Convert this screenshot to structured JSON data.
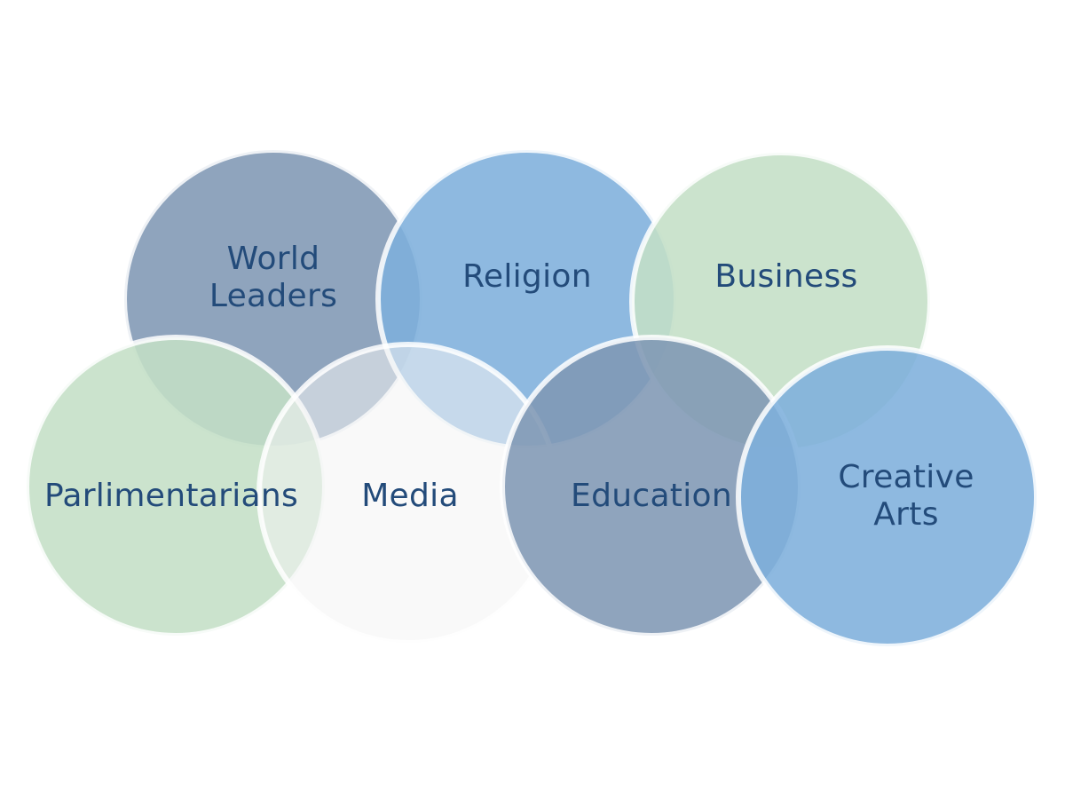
{
  "diagram": {
    "circles": [
      {
        "id": "world-leaders",
        "lines": [
          "World",
          "Leaders"
        ],
        "fill": "#8097b4"
      },
      {
        "id": "religion",
        "lines": [
          "Religion"
        ],
        "fill": "#7eafdc"
      },
      {
        "id": "business",
        "lines": [
          "Business"
        ],
        "fill": "#c4dfc6"
      },
      {
        "id": "parlimentarians",
        "lines": [
          "Parlimentarians"
        ],
        "fill": "#c4dfc6"
      },
      {
        "id": "media",
        "lines": [
          "Media"
        ],
        "fill": "#f4f4f4"
      },
      {
        "id": "education",
        "lines": [
          "Education"
        ],
        "fill": "#8097b4"
      },
      {
        "id": "creative-arts",
        "lines": [
          "Creative",
          "Arts"
        ],
        "fill": "#7eafdc"
      }
    ],
    "text_color": "#234b7a"
  }
}
